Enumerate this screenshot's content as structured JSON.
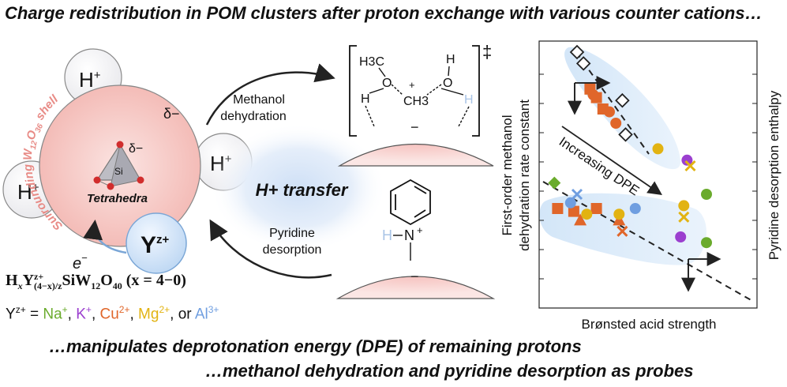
{
  "title": "Charge redistribution in POM clusters after proton exchange with various counter cations…",
  "cluster": {
    "proton_label": "H",
    "proton_sup": "+",
    "shell_label_main": "Surrounding W",
    "shell_sub1": "12",
    "shell_label_o": "O",
    "shell_sub2": "36",
    "shell_label_end": " shell",
    "delta_shell": "δ−",
    "delta_core": "δ−",
    "core_atom": "Si",
    "core_label": "Tetrahedra",
    "cation_label": "Y",
    "cation_sup": "z+",
    "electron_label": "e",
    "electron_sup": "−"
  },
  "formula": {
    "h": "H",
    "x": "x",
    "y": "Y",
    "ysup": "z+",
    "ysub": "(4−x)/z",
    "rest": "SiW",
    "w_sub": "12",
    "o": "O",
    "o_sub": "40",
    "range": "(x = 4−0)"
  },
  "cations": {
    "prefix": "Y",
    "prefix_sup": "z+",
    "equals": " = ",
    "na": "Na",
    "na_sup": "+",
    "k": "K",
    "k_sup": "+",
    "cu": "Cu",
    "cu_sup": "2+",
    "mg": "Mg",
    "mg_sup": "2+",
    "or": ", or ",
    "al": "Al",
    "al_sup": "3+"
  },
  "middle": {
    "transfer_label": "H+ transfer",
    "methanol_line1": "Methanol",
    "methanol_line2": "dehydration",
    "pyridine_line1": "Pyridine",
    "pyridine_line2": "desorption",
    "ts_h3c": "H3C",
    "ts_o1": "O",
    "ts_o2": "O",
    "ts_h_left": "H",
    "ts_h_top": "H",
    "ts_h_right": "H",
    "ts_ch3": "CH3",
    "ts_plus": "+",
    "ts_dagger": "‡",
    "ts_minus": "−",
    "pyr_h": "H",
    "pyr_n": "N",
    "pyr_plus": "+",
    "pyr_minus": "−"
  },
  "chart_data": {
    "type": "scatter",
    "xlabel": "Brønsted acid strength",
    "ylabel_left_line1": "First-order methanol",
    "ylabel_left_line2": "dehydration rate constant",
    "ylabel_right": "Pyridine desorption enthalpy",
    "annotation": "Increasing DPE",
    "series": [
      {
        "marker": "diamond-open",
        "color": "#222222",
        "x": [
          1.0,
          1.2,
          2.4,
          2.5
        ],
        "y": [
          9.0,
          8.6,
          7.3,
          6.1
        ]
      },
      {
        "marker": "square",
        "color": "#e0662a",
        "x": [
          1.4,
          1.6,
          1.8
        ],
        "y": [
          7.7,
          7.4,
          7.0
        ]
      },
      {
        "marker": "circle",
        "color": "#e0662a",
        "x": [
          1.5,
          2.0,
          2.2
        ],
        "y": [
          7.5,
          6.9,
          6.5
        ]
      },
      {
        "marker": "circle",
        "color": "#e2b312",
        "x": [
          3.5,
          4.3
        ],
        "y": [
          5.6,
          3.6
        ]
      },
      {
        "marker": "circle",
        "color": "#6aab2c",
        "x": [
          5.0,
          5.0
        ],
        "y": [
          4.0,
          2.3
        ]
      },
      {
        "marker": "circle",
        "color": "#9b3fcf",
        "x": [
          4.4,
          4.2
        ],
        "y": [
          5.2,
          2.5
        ]
      },
      {
        "marker": "cross",
        "color": "#e2b312",
        "x": [
          4.5,
          4.3
        ],
        "y": [
          5.0,
          3.2
        ]
      },
      {
        "marker": "cross",
        "color": "#e0662a",
        "x": [
          2.4
        ],
        "y": [
          2.7
        ]
      },
      {
        "marker": "diamond",
        "color": "#6aab2c",
        "x": [
          0.3
        ],
        "y": [
          4.4
        ]
      },
      {
        "marker": "square",
        "color": "#e0662a",
        "x": [
          0.4,
          0.9,
          1.6
        ],
        "y": [
          3.5,
          3.4,
          3.5
        ]
      },
      {
        "marker": "triangle",
        "color": "#e0662a",
        "x": [
          1.1,
          2.3
        ],
        "y": [
          3.1,
          3.1
        ]
      },
      {
        "marker": "circle",
        "color": "#6f9ee0",
        "x": [
          0.8,
          2.8
        ],
        "y": [
          3.7,
          3.5
        ]
      },
      {
        "marker": "circle",
        "color": "#e2b312",
        "x": [
          1.3,
          2.3
        ],
        "y": [
          3.3,
          3.3
        ]
      },
      {
        "marker": "cross",
        "color": "#6f9ee0",
        "x": [
          1.0
        ],
        "y": [
          4.0
        ]
      }
    ]
  }
}
